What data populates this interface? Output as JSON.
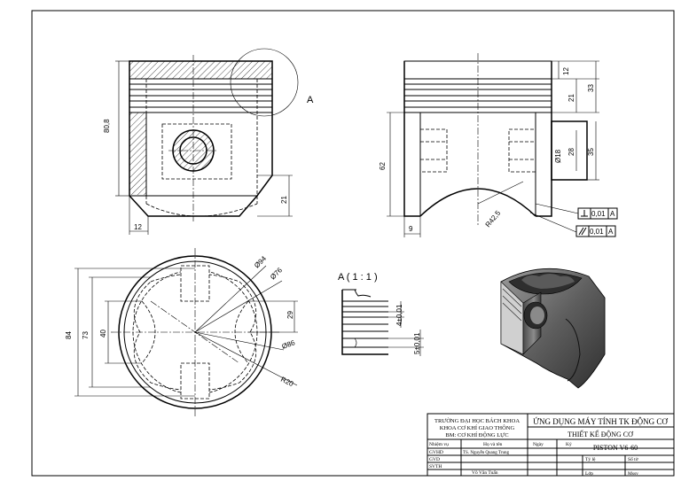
{
  "dims": {
    "d80_8": "80,8",
    "d12_bottom": "12",
    "d21_front": "21",
    "d12_side": "12",
    "d33": "33",
    "d21_side": "21",
    "d28": "28",
    "d35": "35",
    "d18": "Ø18",
    "d62": "62",
    "d9": "9",
    "r42_5": "R42,5",
    "tol_perp": "0,01",
    "tol_par": "0,01",
    "datum_a1": "A",
    "datum_a2": "A",
    "d94": "Ø94",
    "d76": "Ø76",
    "d86": "Ø86",
    "r20": "R20",
    "d84": "84",
    "d73": "73",
    "d40": "40",
    "d29": "29",
    "tol_4": "4±0,01",
    "tol_5": "5±0,01"
  },
  "labels": {
    "detail_marker": "A",
    "detail_title": "A ( 1 : 1 )"
  },
  "title_block": {
    "school_1": "TRƯỜNG ĐẠI HỌC BÁCH KHOA",
    "school_2": "KHOA CƠ KHÍ GIAO THÔNG",
    "school_3": "BM: CƠ KHÍ ĐỘNG LỰC",
    "project": "ỨNG DỤNG MÁY TÍNH TK ĐỘNG CƠ",
    "subtitle": "THIẾT KẾ ĐỘNG CƠ",
    "part_name": "PISTON V6-60",
    "col_task": "Nhiệm vụ",
    "col_name": "Họ và tên",
    "col_date": "Ngày",
    "col_sign": "Ký",
    "row_gvhd": "GVHD",
    "row_gvhd_name": "TS. Nguyễn Quang Trung",
    "row_gvd": "GVD",
    "row_svth": "SVTH",
    "row_svth_name": "Võ Văn Tuấn",
    "scale_label": "Tỷ lệ",
    "sheet_label": "Số tờ",
    "class_label": "Lớp",
    "code_label": "Mssv"
  }
}
